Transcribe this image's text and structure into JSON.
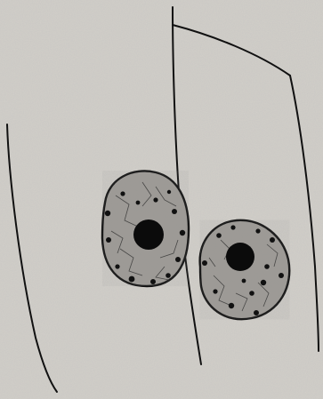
{
  "image": {
    "subject": "stained-cell-nuclei-sketch",
    "colors": {
      "paper": "#d2cfc9",
      "ink": "#111111",
      "nucleus_fill": "#9e9b96",
      "nucleolus": "#0b0b0b"
    },
    "cells": [
      {
        "name": "cell-left"
      },
      {
        "name": "cell-right"
      }
    ]
  }
}
